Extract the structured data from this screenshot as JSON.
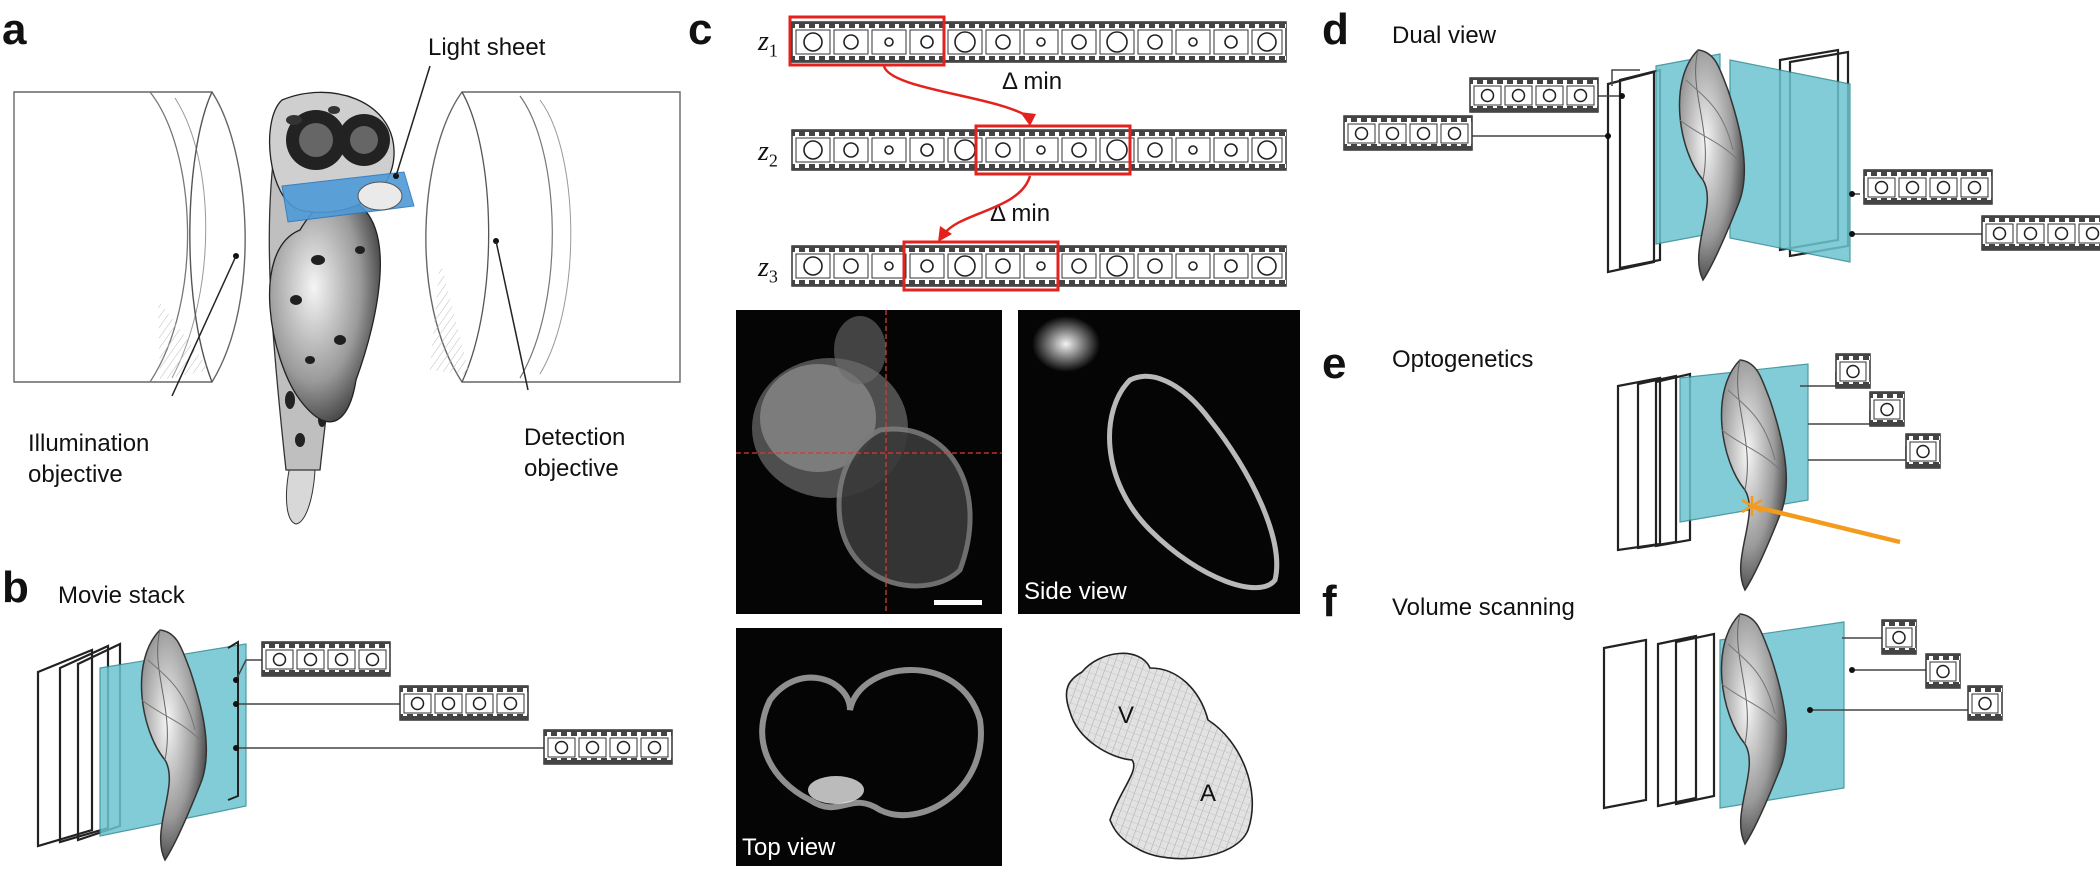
{
  "panels": {
    "a": {
      "letter": "a",
      "light_sheet": "Light sheet",
      "illumination": "Illumination\nobjective",
      "detection": "Detection\nobjective"
    },
    "b": {
      "letter": "b",
      "title": "Movie stack"
    },
    "c": {
      "letter": "c",
      "z": [
        "z",
        "z",
        "z"
      ],
      "z_sub": [
        "1",
        "2",
        "3"
      ],
      "delta": [
        "Δ min",
        "Δ min"
      ],
      "side_view": "Side view",
      "top_view": "Top view",
      "chamber_v": "V",
      "chamber_a": "A"
    },
    "d": {
      "letter": "d",
      "title": "Dual view"
    },
    "e": {
      "letter": "e",
      "title": "Optogenetics"
    },
    "f": {
      "letter": "f",
      "title": "Volume scanning"
    }
  },
  "colors": {
    "sheet": "#6cc4cf",
    "highlight": "#e3221e",
    "laser": "#f39b1d",
    "light_sheet": "#4f9ad8"
  }
}
